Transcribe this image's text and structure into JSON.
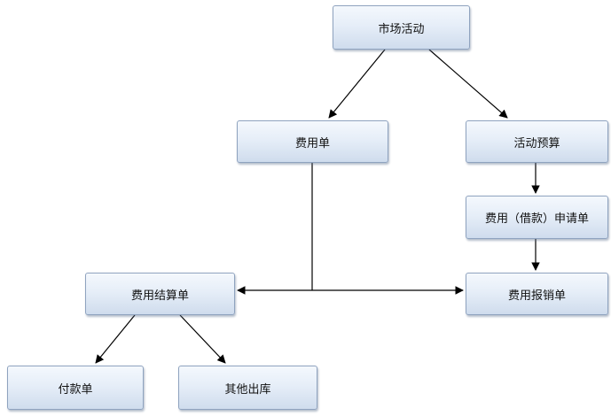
{
  "nodes": {
    "market_activity": "市场活动",
    "expense_form": "费用单",
    "activity_budget": "活动预算",
    "loan_request": "费用（借款）申请单",
    "expense_settlement": "费用结算单",
    "expense_reimbursement": "费用报销单",
    "payment_form": "付款单",
    "other_outbound": "其他出库"
  },
  "colors": {
    "node_border": "#8fa3bf",
    "node_fill_top": "#f4f8fd",
    "node_fill_bottom": "#cfdced",
    "line": "#000000"
  }
}
